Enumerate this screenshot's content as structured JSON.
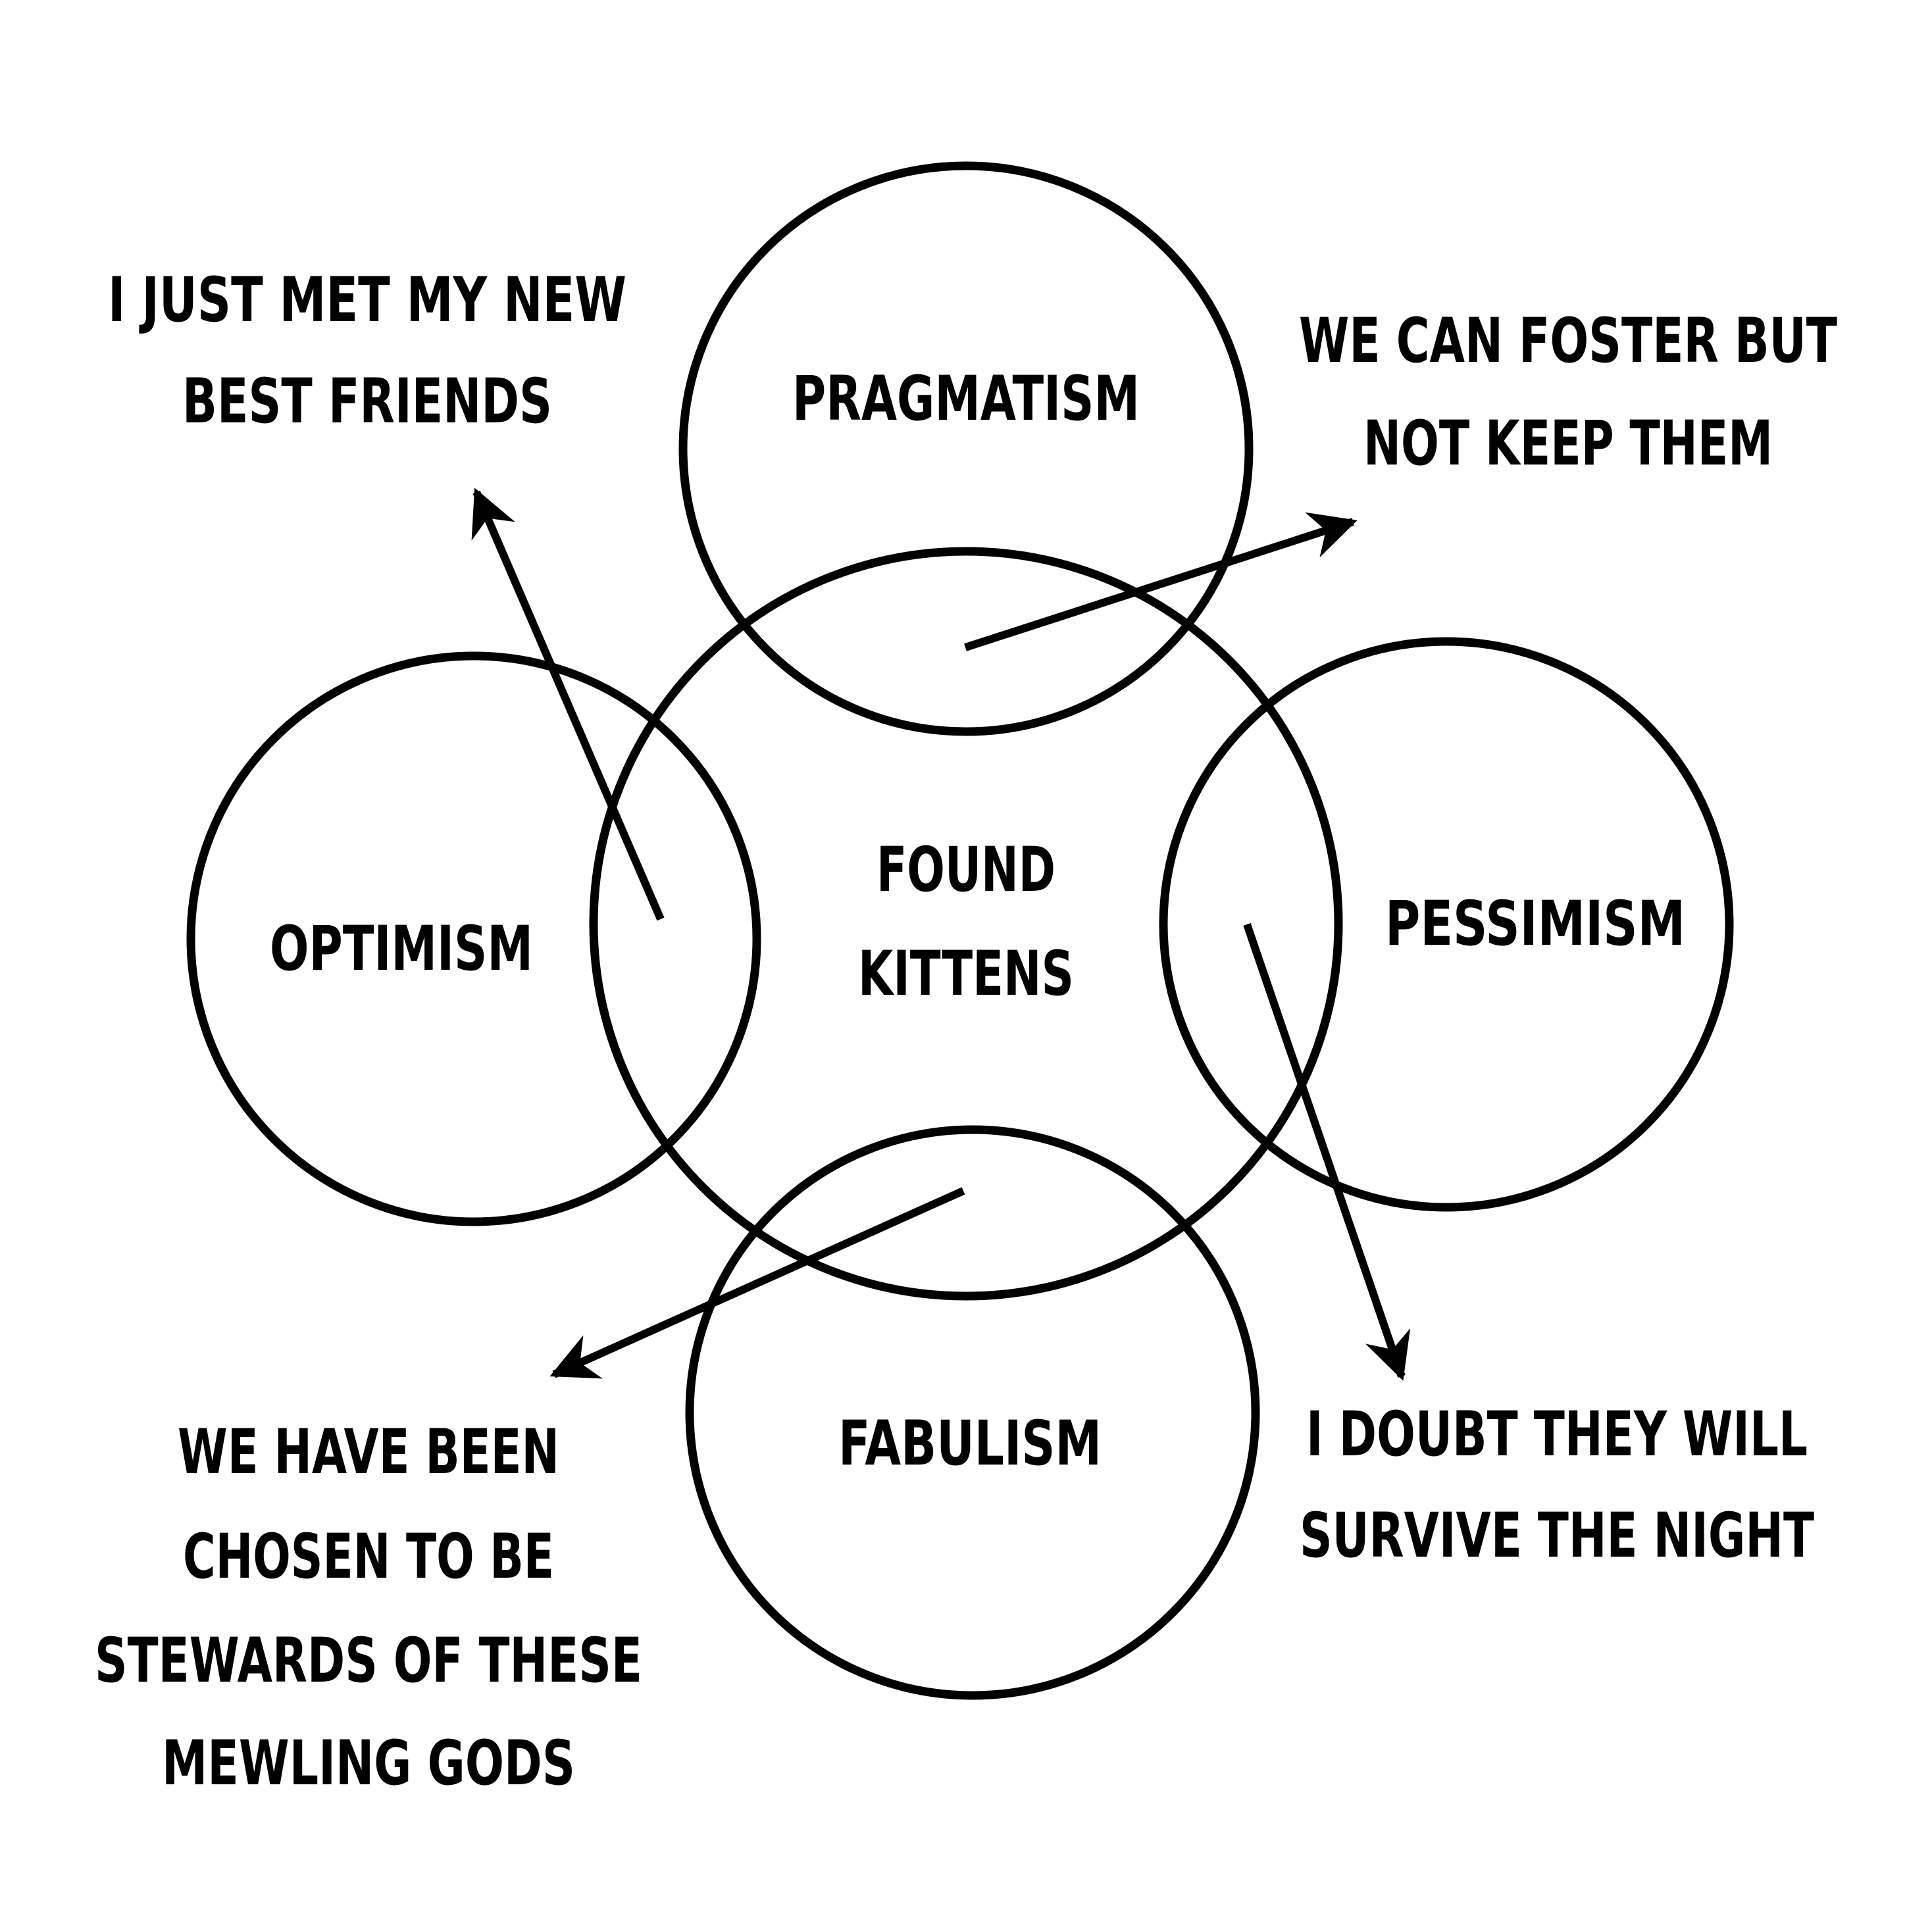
{
  "colors": {
    "ink": "#000000",
    "background": "#ffffff"
  },
  "center": {
    "label_lines": [
      "FOUND",
      "KITTENS"
    ]
  },
  "circles": {
    "top": {
      "label": "PRAGMATISM"
    },
    "left": {
      "label": "OPTIMISM"
    },
    "right": {
      "label": "PESSIMISM"
    },
    "bottom": {
      "label": "FABULISM"
    }
  },
  "callouts": {
    "top_left": {
      "lines": [
        "I JUST MET MY NEW",
        "BEST FRIENDS"
      ]
    },
    "top_right": {
      "lines": [
        "WE CAN FOSTER BUT",
        "NOT KEEP THEM"
      ]
    },
    "bottom_left": {
      "lines": [
        "WE HAVE BEEN",
        "CHOSEN TO BE",
        "STEWARDS OF THESE",
        "MEWLING GODS"
      ]
    },
    "bottom_right": {
      "lines": [
        "I DOUBT THEY WILL",
        "SURVIVE THE NIGHT"
      ]
    }
  }
}
